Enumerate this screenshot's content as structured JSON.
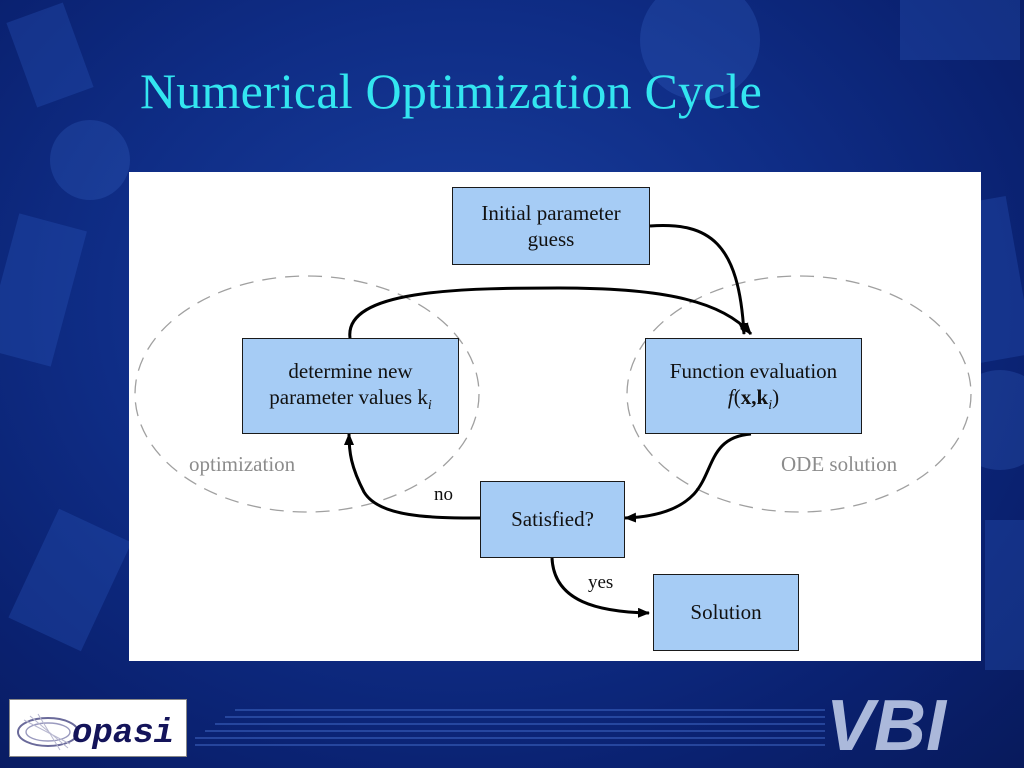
{
  "slide": {
    "title": "Numerical Optimization Cycle"
  },
  "diagram": {
    "nodes": {
      "initial": {
        "line1": "Initial parameter",
        "line2": "guess"
      },
      "determine": {
        "line1": "determine new",
        "line2": "parameter values k",
        "sub": "i"
      },
      "function": {
        "line1": "Function evaluation",
        "f": "f",
        "open": "(",
        "xk": "x,k",
        "sub": "i",
        "close": ")"
      },
      "satisfied": {
        "label": "Satisfied?"
      },
      "solution": {
        "label": "Solution"
      }
    },
    "regions": {
      "optimization": "optimization",
      "ode": "ODE solution"
    },
    "edges": {
      "no": "no",
      "yes": "yes"
    },
    "colors": {
      "background": "#0f2d86",
      "title": "#33e6f0",
      "box_fill": "#a6ccf5",
      "region_dash": "#a0a0a0"
    }
  },
  "logos": {
    "opasi": "opasi",
    "vbi": "VBI"
  }
}
